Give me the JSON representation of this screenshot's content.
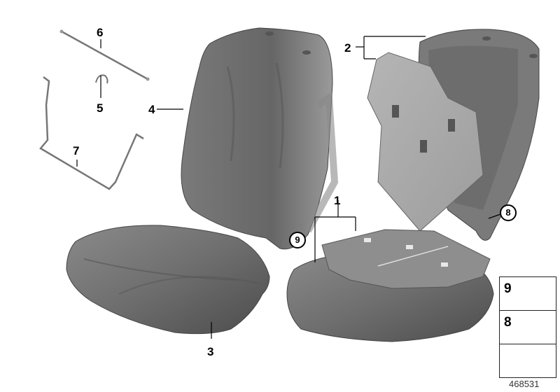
{
  "diagram": {
    "type": "exploded parts diagram",
    "subject": "Seat cushion and backrest components",
    "callouts": [
      {
        "id": "1",
        "label": "1",
        "part": "seat heating element / pad (seat)"
      },
      {
        "id": "2",
        "label": "2",
        "part": "seat heating element (backrest)"
      },
      {
        "id": "3",
        "label": "3",
        "part": "seat cushion foam"
      },
      {
        "id": "4",
        "label": "4",
        "part": "backrest foam pad"
      },
      {
        "id": "5",
        "label": "5",
        "part": "clip"
      },
      {
        "id": "6",
        "label": "6",
        "part": "wire rod"
      },
      {
        "id": "7",
        "label": "7",
        "part": "wire frame"
      },
      {
        "id": "8",
        "label": "8",
        "part": "cable clip",
        "circled": true
      },
      {
        "id": "9",
        "label": "9",
        "part": "expanding rivet",
        "circled": true
      }
    ],
    "legend": [
      {
        "label": "9",
        "icon": "rivet-icon"
      },
      {
        "label": "8",
        "icon": "clip-icon"
      },
      {
        "label": "",
        "icon": "arrow-icon"
      }
    ],
    "document_number": "468531"
  }
}
